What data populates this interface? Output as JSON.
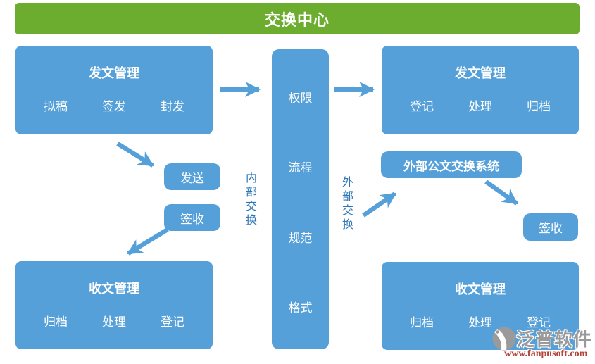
{
  "colors": {
    "banner_green": "#6CAD30",
    "box_blue": "#55A0D9",
    "arrow_blue": "#55A0D9",
    "flow_label_blue": "#2E75B6",
    "watermark_gray": "#9A9A9A",
    "watermark_url_red": "#B5443A",
    "text_white": "#FFFFFF"
  },
  "banner": {
    "title": "交换中心"
  },
  "left_top_box": {
    "title": "发文管理",
    "items": [
      "拟稿",
      "签发",
      "封发"
    ]
  },
  "right_top_box": {
    "title": "发文管理",
    "items": [
      "登记",
      "处理",
      "归档"
    ]
  },
  "left_bottom_box": {
    "title": "收文管理",
    "items": [
      "归档",
      "处理",
      "登记"
    ]
  },
  "right_bottom_box": {
    "title": "收文管理",
    "items": [
      "归档",
      "处理",
      "登记"
    ]
  },
  "center_box": {
    "items": [
      "权限",
      "流程",
      "规范",
      "格式"
    ]
  },
  "send_box": {
    "label": "发送"
  },
  "receipt_box_left": {
    "label": "签收"
  },
  "external_system_box": {
    "label": "外部公文交换系统"
  },
  "receipt_box_right": {
    "label": "签收"
  },
  "flow_labels": {
    "internal": "内部交换",
    "external": "外部交换"
  },
  "watermark": {
    "brand": "泛普软件",
    "url": "www.fanpusoft.com"
  }
}
